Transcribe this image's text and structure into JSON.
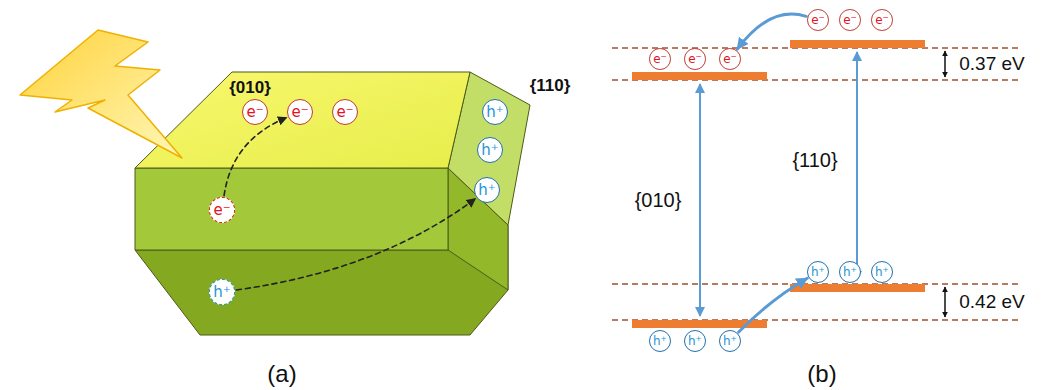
{
  "diagram": {
    "nodes": [
      {
        "text": [
          "e⁻"
        ]
      },
      {
        "text": [
          "e⁻"
        ]
      },
      {
        "text": [
          "e⁻"
        ]
      },
      {
        "text": [
          "e⁻"
        ]
      },
      {
        "text": [
          "h⁺"
        ]
      },
      {
        "text": [
          "h⁺"
        ]
      },
      {
        "text": [
          "h⁺"
        ]
      },
      {
        "text": [
          "h⁺"
        ]
      },
      {
        "text": [
          "e⁻"
        ]
      },
      {
        "text": [
          "e⁻"
        ]
      },
      {
        "text": [
          "e⁻"
        ]
      },
      {
        "text": [
          "e⁻"
        ]
      },
      {
        "text": [
          "e⁻"
        ]
      },
      {
        "text": [
          "e⁻"
        ]
      },
      {
        "text": [
          "h⁺"
        ]
      },
      {
        "text": [
          "h⁺"
        ]
      },
      {
        "text": [
          "h⁺"
        ]
      },
      {
        "text": [
          "h⁺"
        ]
      },
      {
        "text": [
          "h⁺"
        ]
      },
      {
        "text": [
          "h⁺"
        ]
      }
    ],
    "edges": [
      {
        "from": 3,
        "to": 1,
        "arrow": "to"
      },
      {
        "from": 4,
        "to": 7,
        "arrow": "to"
      },
      {
        "from": 8,
        "to": 13,
        "arrow": "to"
      },
      {
        "from": 19,
        "to": 14,
        "arrow": "to"
      }
    ],
    "labels": [
      "{010}",
      "{110}",
      "{010}",
      "{110}",
      "0.37 eV",
      "0.42 eV",
      "(a)",
      "(b)"
    ]
  }
}
